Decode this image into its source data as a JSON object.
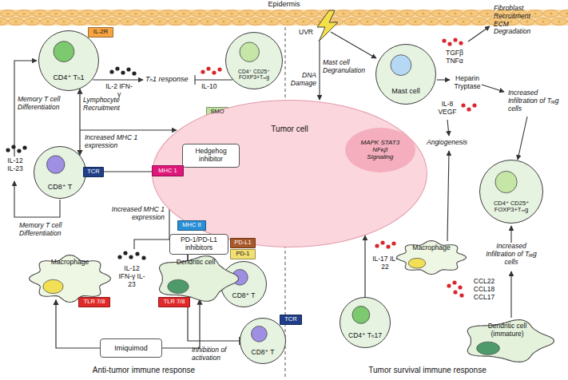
{
  "diagram": {
    "nodes": [
      {
        "text": [
          "Epidermis"
        ]
      },
      {
        "text": [
          "CD4⁺ Tₕ1"
        ]
      },
      {
        "text": [
          "IL-2R"
        ]
      },
      {
        "text": [
          "CD4⁺ CD25⁺ FOXP3+Tᵣₑg"
        ]
      },
      {
        "text": [
          "Mast cell"
        ]
      },
      {
        "text": [
          "SMO"
        ]
      },
      {
        "text": [
          "Tumor cell"
        ]
      },
      {
        "text": [
          "MAPK STAT3 NFκβ Signaling"
        ],
        "in": 6
      },
      {
        "text": [
          "Hedgehog inhibitor"
        ]
      },
      {
        "text": [
          "CD8⁺ T"
        ]
      },
      {
        "text": [
          "TCR"
        ]
      },
      {
        "text": [
          "MHC 1"
        ]
      },
      {
        "text": [
          "CD4⁺ CD25⁺ FOXP3+Tᵣₑg"
        ]
      },
      {
        "text": [
          "MHC II"
        ]
      },
      {
        "text": [
          "PD-1/PD-L1 inhibitors"
        ]
      },
      {
        "text": [
          "PD-L1"
        ]
      },
      {
        "text": [
          "PD-1"
        ]
      },
      {
        "text": [
          "CD8⁺ T"
        ]
      },
      {
        "text": [
          "Macrophage"
        ]
      },
      {
        "text": [
          "Macrophage"
        ]
      },
      {
        "text": [
          "Dendritic cell"
        ]
      },
      {
        "text": [
          "TLR 7/8"
        ]
      },
      {
        "text": [
          "TLR 7/8"
        ]
      },
      {
        "text": [
          "CD8⁺ T"
        ]
      },
      {
        "text": [
          "TCR"
        ]
      },
      {
        "text": [
          "CD4⁺ Tₕ17"
        ]
      },
      {
        "text": [
          "Dendritic cell (immature)"
        ]
      },
      {
        "text": [
          "Imiquimod"
        ]
      }
    ],
    "edges": [
      {
        "from": 8,
        "to": 5,
        "arrow": "none"
      },
      {
        "from": 1,
        "to": 9,
        "arrow": "both"
      },
      {
        "from": 10,
        "to": 11,
        "arrow": "none"
      },
      {
        "from": 27,
        "to": 19,
        "arrow": "to"
      },
      {
        "from": 27,
        "to": 20,
        "arrow": "to"
      },
      {
        "from": 14,
        "to": 17,
        "arrow": "none"
      },
      {
        "from": 14,
        "to": 23,
        "arrow": "none"
      },
      {
        "from": 25,
        "to": 6,
        "arrow": "to"
      }
    ],
    "labels": [
      "IL-2 IFN-γ",
      "Tₕ1 response",
      "IL-10",
      "Memory T cell Differentiation",
      "Lymphocyte Recruitment",
      "Increased MHC 1 expression",
      "IL-12 IL-23",
      "Memory T cell Differentiation",
      "Increased MHC 1 expression",
      "IL-12 IFN-γ IL-23",
      "Anti-tumor immune response",
      "UVR",
      "Mast cell Degranulation",
      "DNA Damage",
      "TGFβ TNFα",
      "Fibroblast Recruitment ECM Degradation",
      "Heparin Tryptase",
      "Increased Infiltration of Tᵣₑg cells",
      "IL-8 VEGF",
      "Angiogenesis",
      "Increased Infiltration of Tᵣₑg cells",
      "CCL22 CCL18 CCL17",
      "IL-17 IL-22",
      "Inhibition of activation",
      "Tumor survival immune response"
    ]
  }
}
